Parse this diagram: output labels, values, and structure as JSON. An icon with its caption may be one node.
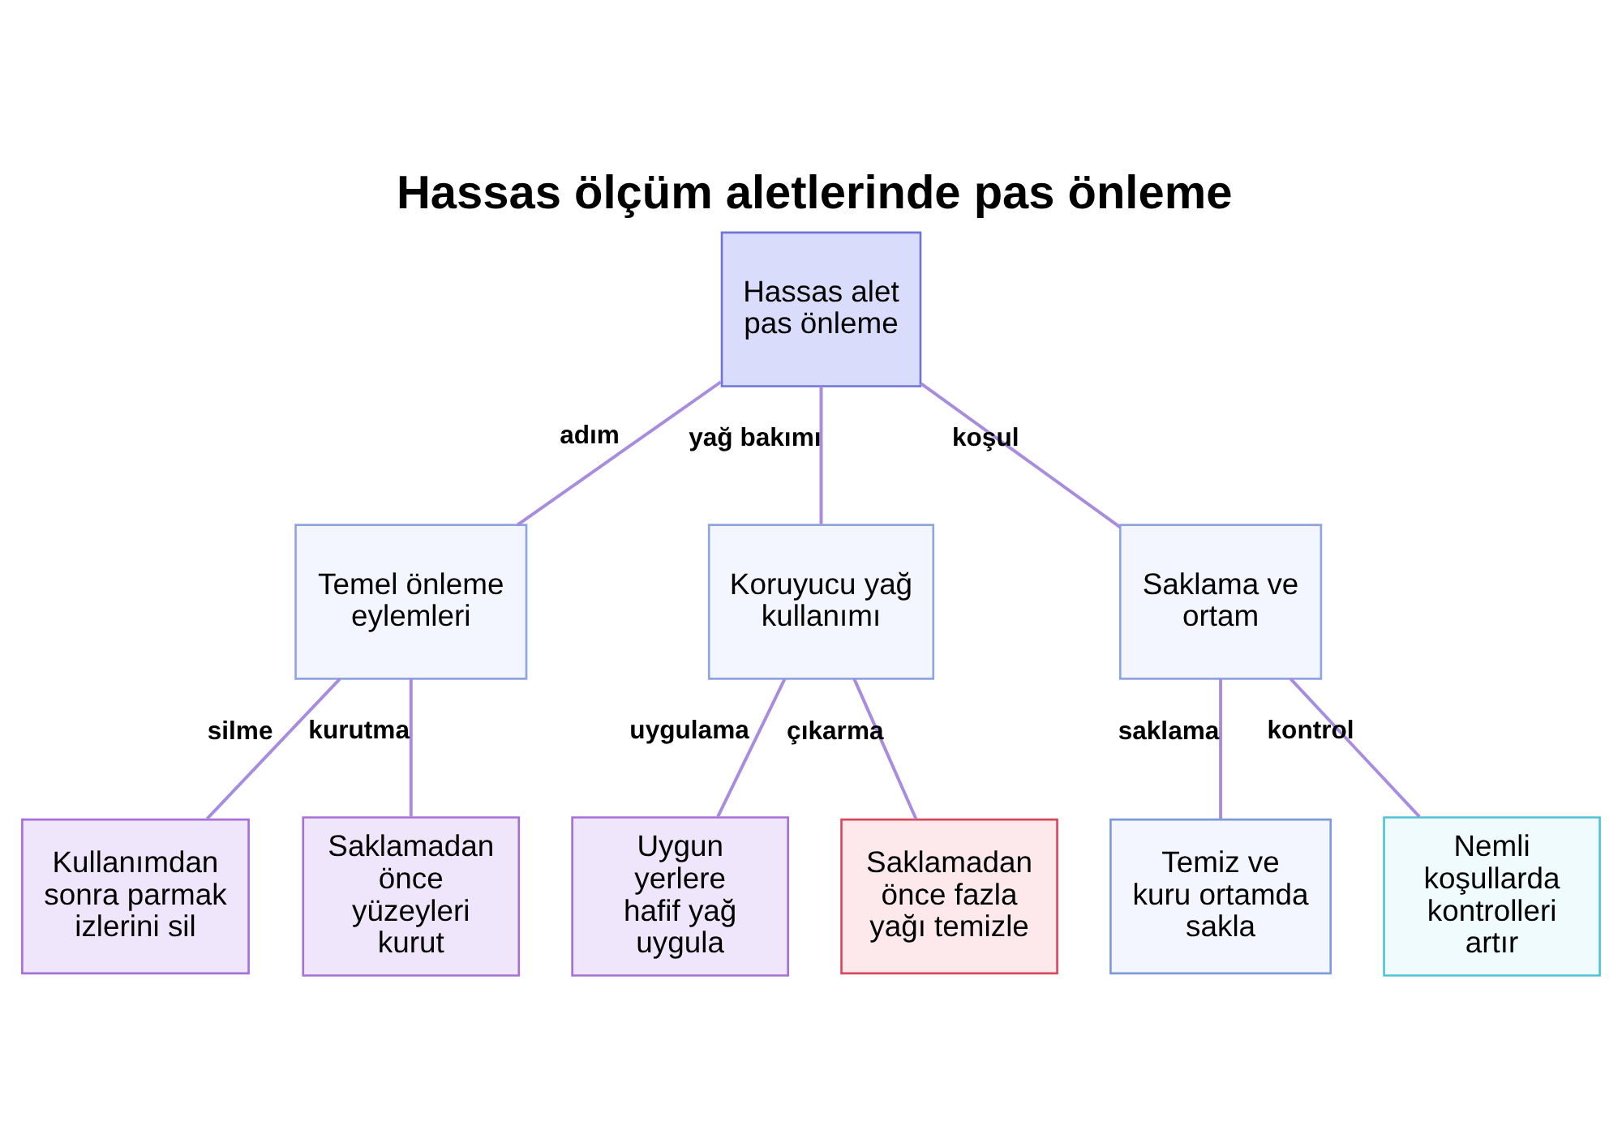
{
  "diagram": {
    "title": "Hassas ölçüm aletlerinde pas önleme",
    "nodes": [
      {
        "text": [
          "Hassas alet pas önleme"
        ]
      },
      {
        "text": [
          "Temel önleme eylemleri"
        ]
      },
      {
        "text": [
          "Koruyucu yağ kullanımı"
        ]
      },
      {
        "text": [
          "Saklama ve ortam"
        ]
      },
      {
        "text": [
          "Kullanımdan sonra parmak izlerini sil"
        ]
      },
      {
        "text": [
          "Saklamadan önce yüzeyleri kurut"
        ]
      },
      {
        "text": [
          "Uygun yerlere hafif yağ uygula"
        ]
      },
      {
        "text": [
          "Saklamadan önce fazla yağı temizle"
        ]
      },
      {
        "text": [
          "Temiz ve kuru ortamda sakla"
        ]
      },
      {
        "text": [
          "Nemli koşullarda kontrolleri artır"
        ]
      }
    ],
    "edges": [
      {
        "from": 0,
        "to": 1,
        "arrow": "none",
        "label": "adım"
      },
      {
        "from": 0,
        "to": 2,
        "arrow": "none",
        "label": "yağ bakımı"
      },
      {
        "from": 0,
        "to": 3,
        "arrow": "none",
        "label": "koşul"
      },
      {
        "from": 1,
        "to": 4,
        "arrow": "none",
        "label": "silme"
      },
      {
        "from": 1,
        "to": 5,
        "arrow": "none",
        "label": "kurutma"
      },
      {
        "from": 2,
        "to": 6,
        "arrow": "none",
        "label": "uygulama"
      },
      {
        "from": 2,
        "to": 7,
        "arrow": "none",
        "label": "çıkarma"
      },
      {
        "from": 3,
        "to": 8,
        "arrow": "none",
        "label": "saklama"
      },
      {
        "from": 3,
        "to": 9,
        "arrow": "none",
        "label": "kontrol"
      }
    ]
  }
}
